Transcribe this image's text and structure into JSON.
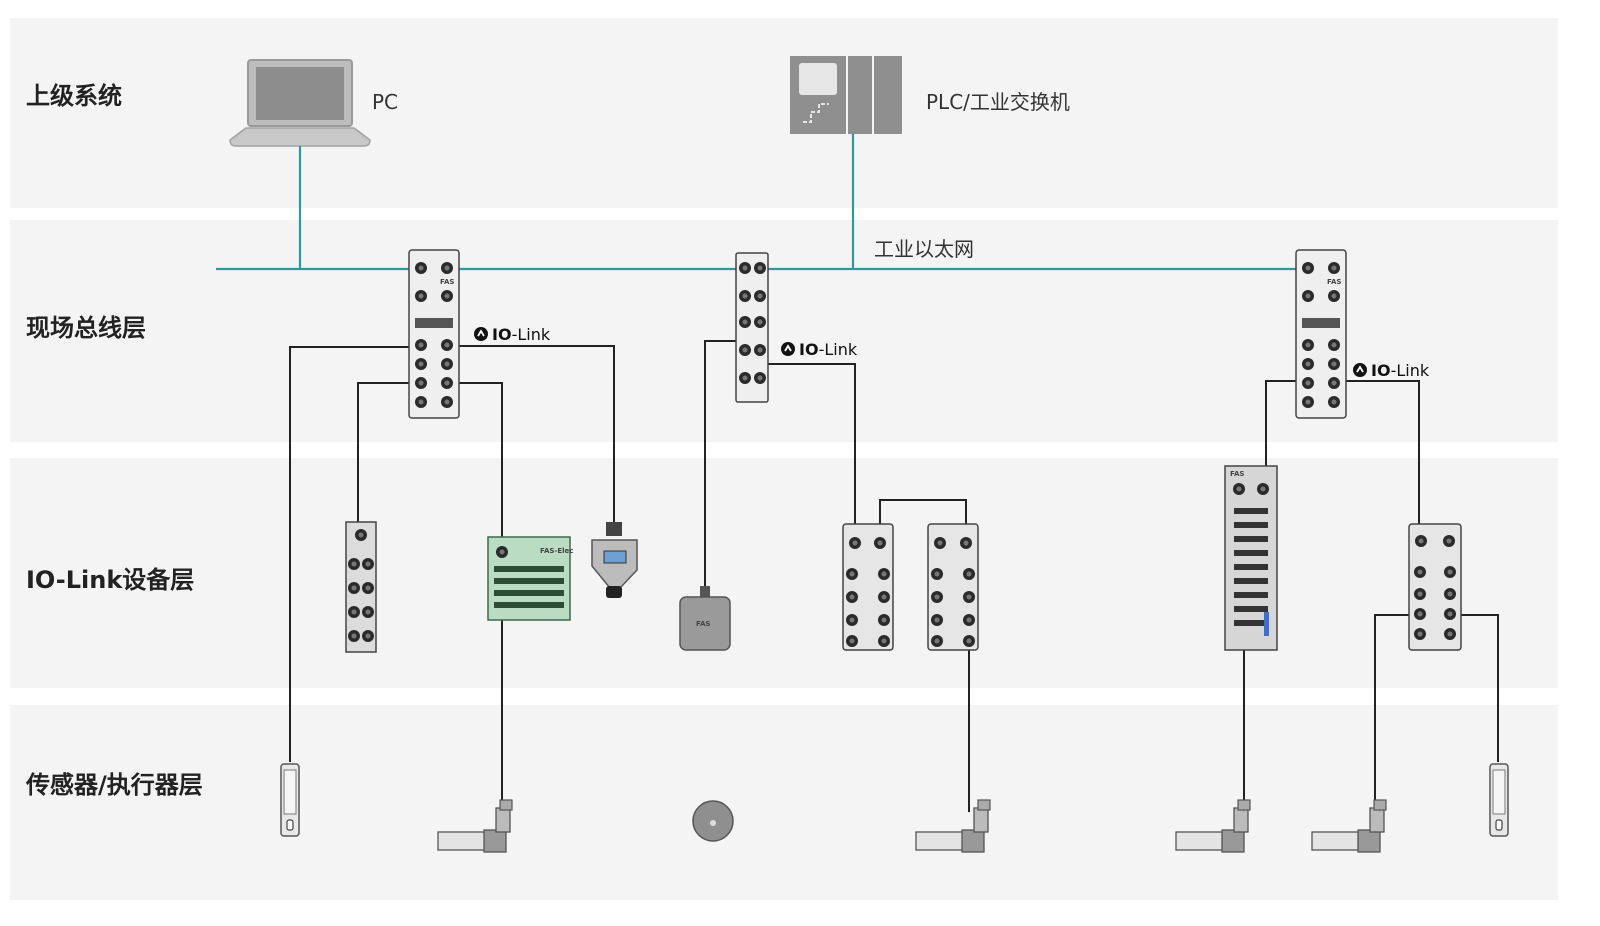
{
  "layers": [
    {
      "label": "上级系统"
    },
    {
      "label": "现场总线层"
    },
    {
      "label": "IO-Link设备层"
    },
    {
      "label": "传感器/执行器层"
    }
  ],
  "devices": {
    "pc_label": "PC",
    "plc_label": "PLC/工业交换机",
    "ethernet_label": "工业以太网"
  },
  "iolink": {
    "prefix": "IO",
    "suffix": "-Link"
  },
  "brand": {
    "logo_text": "FAS",
    "io_module_text": "FAS-Elec"
  },
  "colors": {
    "ethernet": "#2a9a9a",
    "iolink_cable": "#222222",
    "band": "#f4f4f4",
    "device_gray": "#8a8a8a"
  }
}
